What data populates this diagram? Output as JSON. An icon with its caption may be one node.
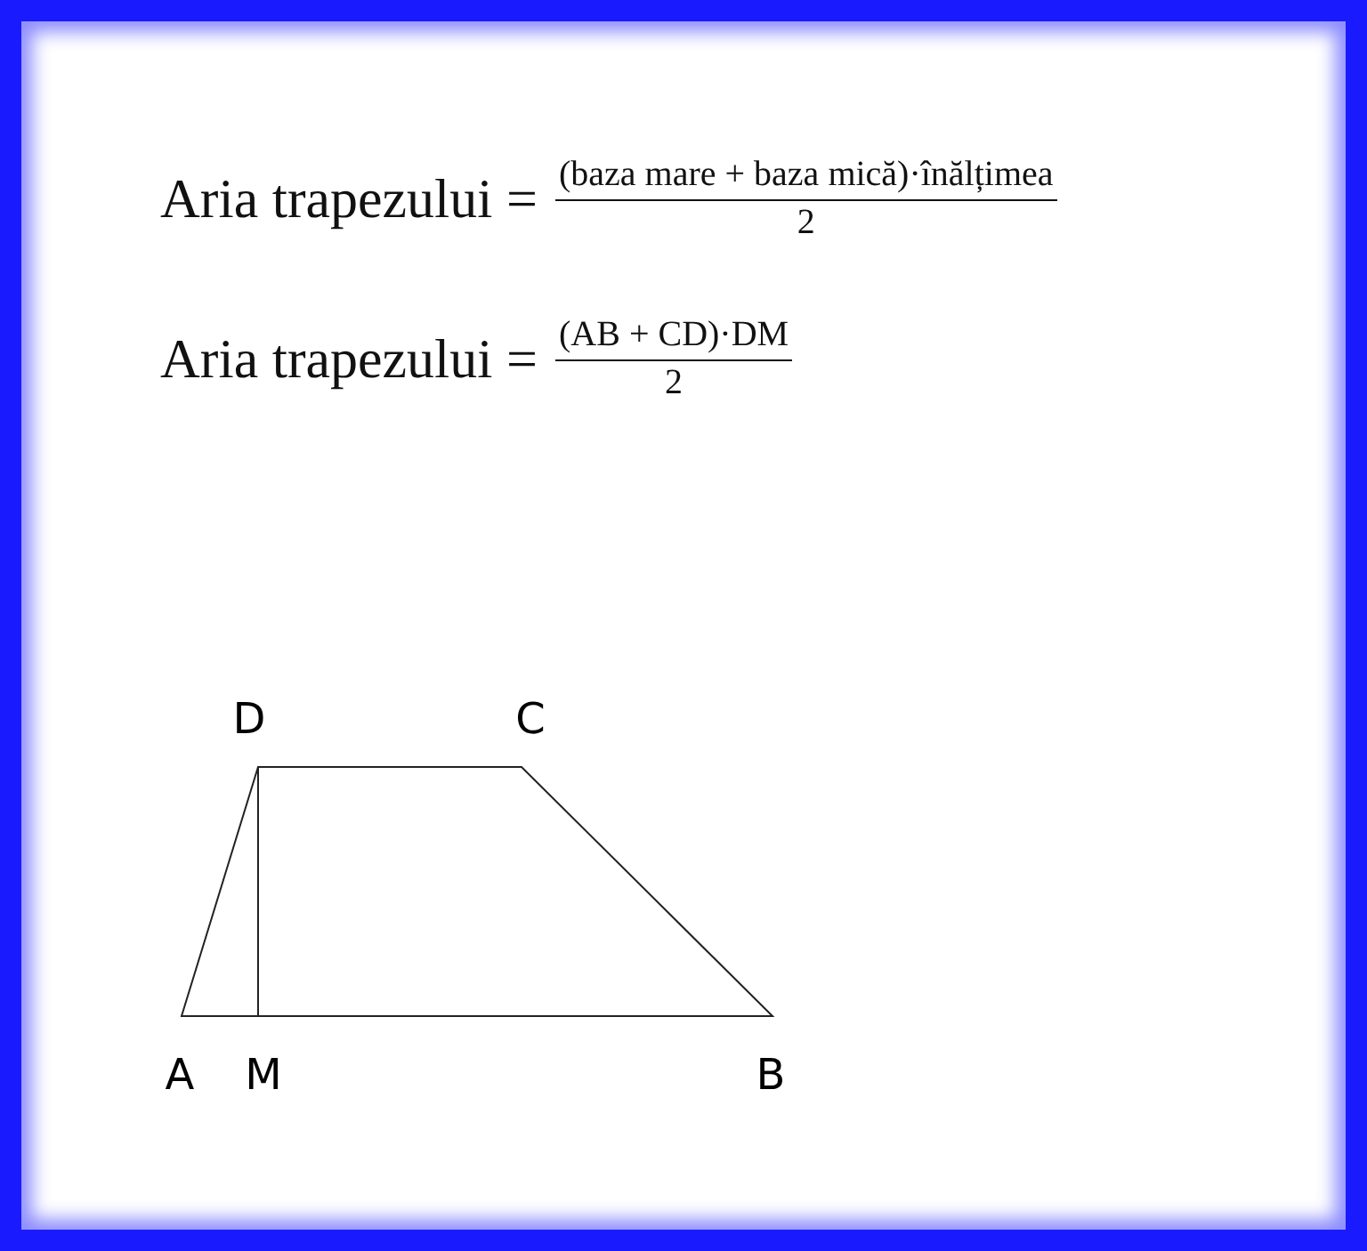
{
  "diagram": {
    "labels": [
      "Aria trapezului =",
      "(baza mare + baza mică)·înălțimea",
      "2",
      "Aria trapezului =",
      "(AB + CD)·DM",
      "2",
      "D",
      "C",
      "A",
      "M",
      "B"
    ]
  }
}
